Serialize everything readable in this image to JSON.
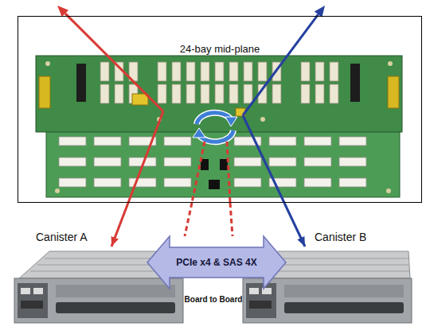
{
  "diagram": {
    "nodes": [
      {
        "text": [
          "24-bay mid-plane"
        ]
      },
      {
        "text": [
          "Canister A"
        ]
      },
      {
        "text": [
          "PCIe x4 & SAS 4X"
        ]
      },
      {
        "text": [
          "Canister B"
        ]
      }
    ],
    "edges": [
      {
        "from": 0,
        "to": 1,
        "arrow": "to"
      },
      {
        "from": 0,
        "to": 3,
        "arrow": "to"
      },
      {
        "from": 0,
        "to": 2,
        "arrow": "none"
      },
      {
        "from": 0,
        "to": 2,
        "arrow": "none"
      }
    ],
    "labels": [
      "Board to Board"
    ]
  }
}
